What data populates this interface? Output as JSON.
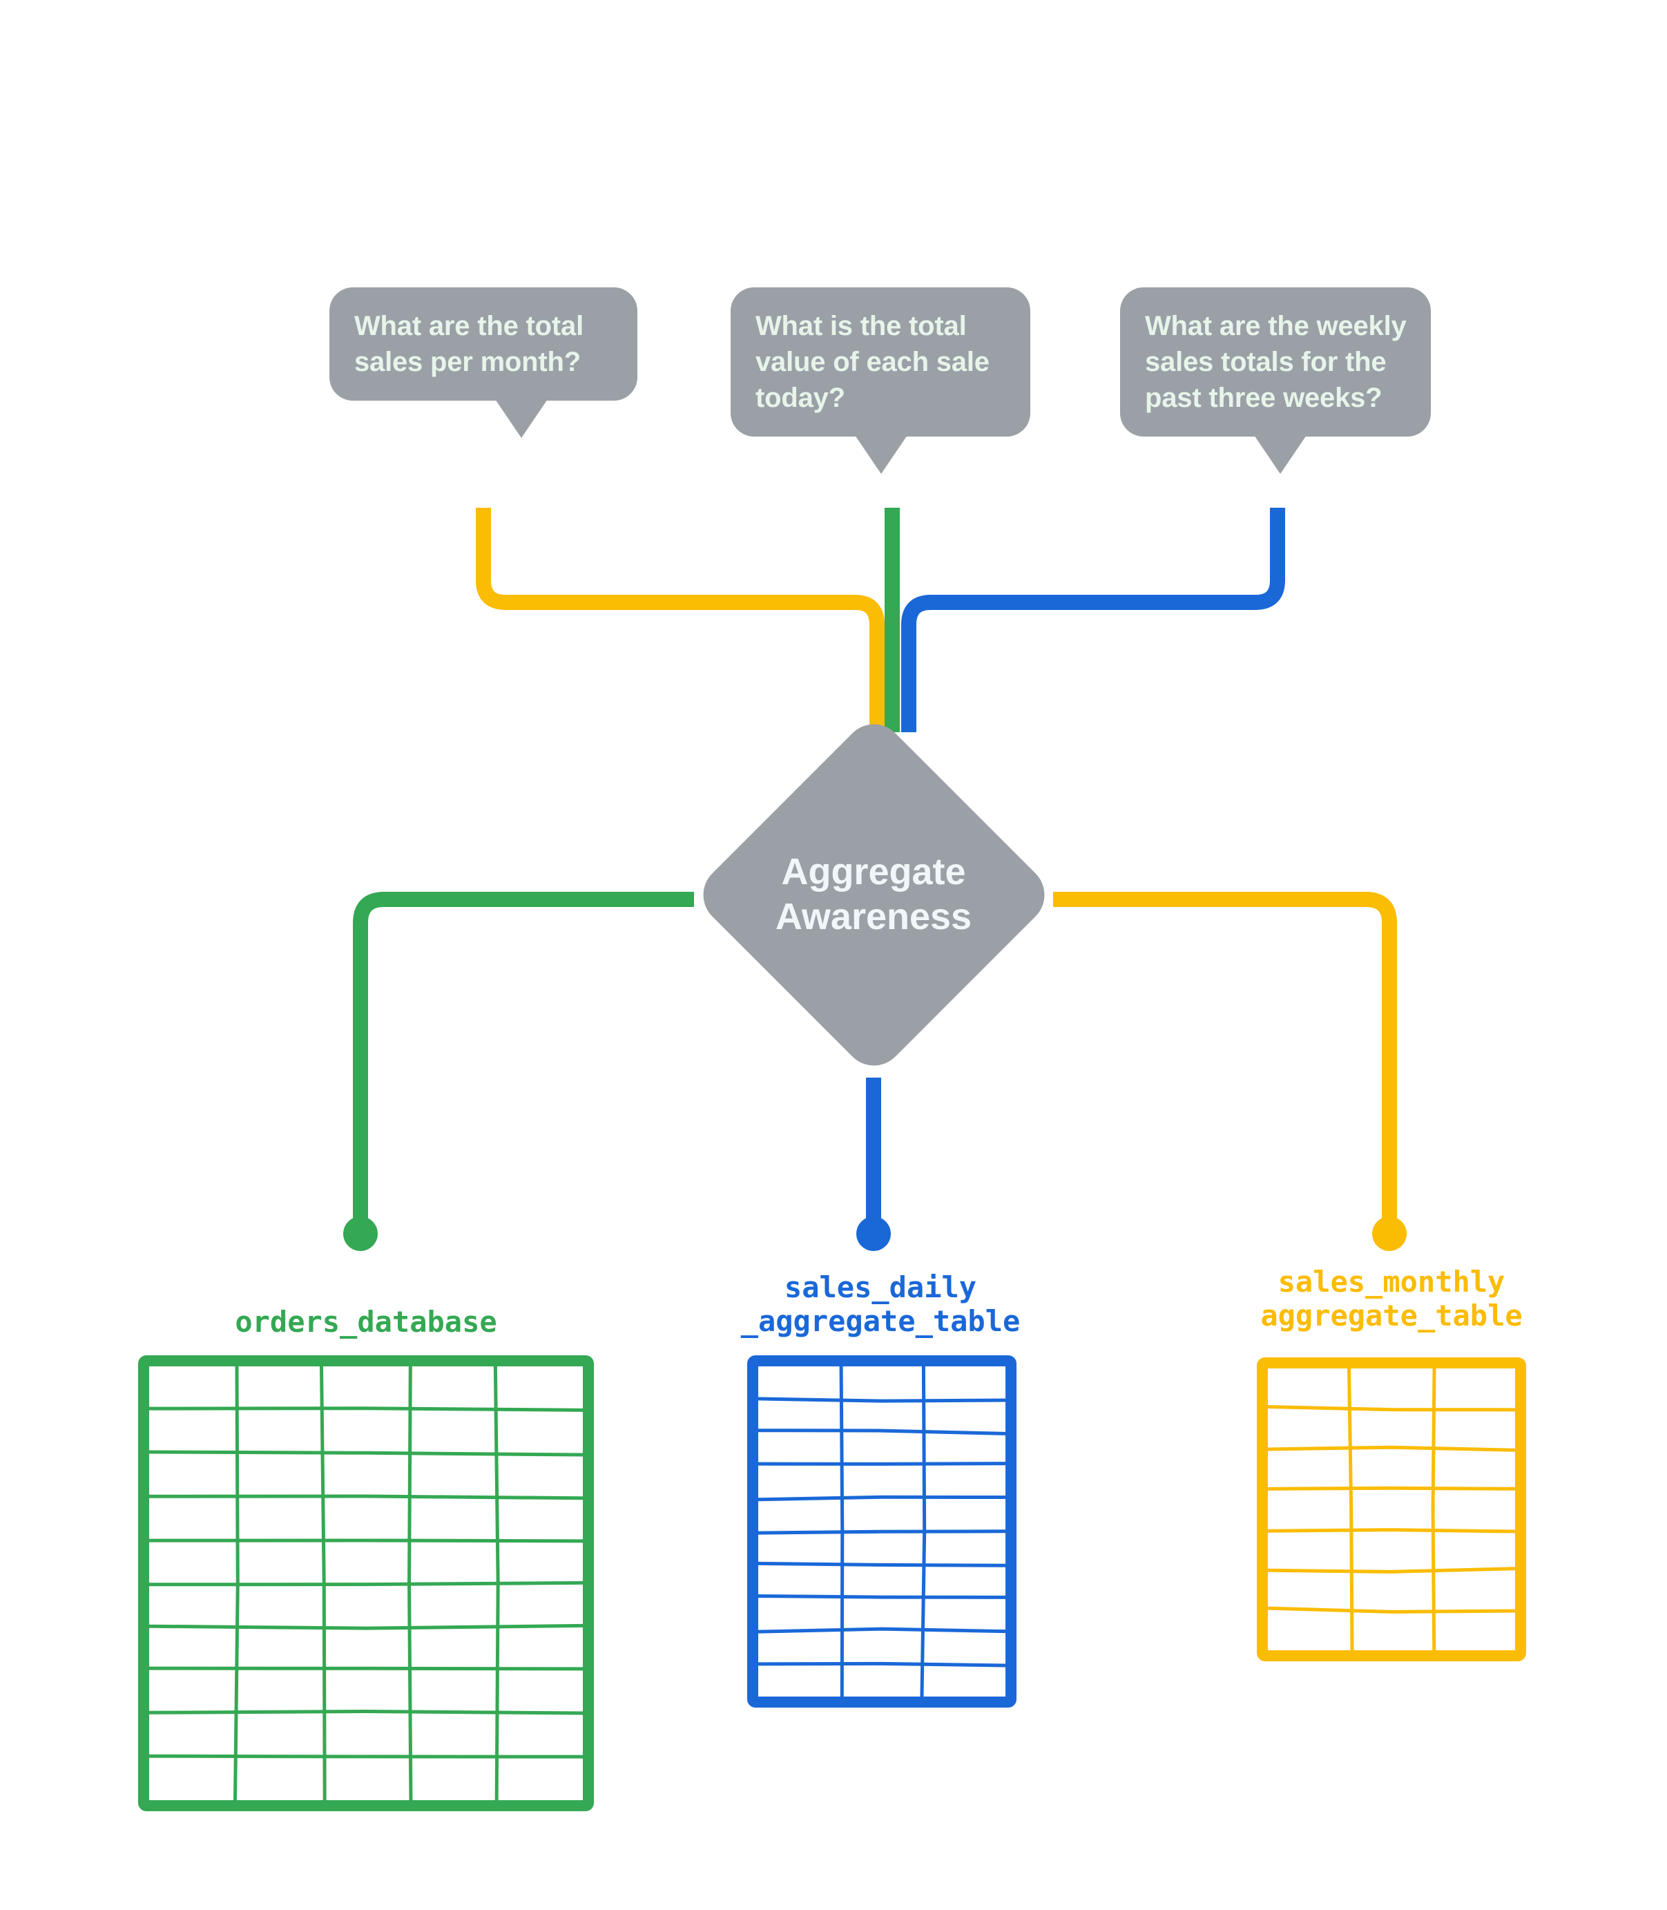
{
  "diagram": {
    "title": "Aggregate Awareness",
    "center_node": {
      "label_line_1": "Aggregate",
      "label_line_2": "Awareness",
      "shape": "diamond",
      "fill": "#9aa0a6",
      "text_color": "#f1f6f9"
    },
    "colors": {
      "green": "#34a853",
      "blue": "#1a68d8",
      "yellow": "#fbbc04",
      "gray": "#9aa0a6",
      "bubble_text": "#e6f4ea",
      "background": "#ffffff"
    },
    "questions": [
      {
        "id": "question-monthly",
        "text": "What are the total sales per month?",
        "connector_color": "#fbbc04",
        "routes_to": "sales_monthly aggregate_table"
      },
      {
        "id": "question-daily",
        "text": "What is the total value of each sale today?",
        "connector_color": "#34a853",
        "routes_to": "orders_database"
      },
      {
        "id": "question-weekly",
        "text": "What are the weekly sales totals for the past three weeks?",
        "connector_color": "#1a68d8",
        "routes_to": "sales_daily _aggregate_table"
      }
    ],
    "tables": [
      {
        "id": "table-orders-database",
        "caption": "orders_database",
        "color": "#34a853",
        "columns": 5,
        "rows": 10
      },
      {
        "id": "table-sales-daily",
        "caption": "sales_daily\n_aggregate_table",
        "color": "#1a68d8",
        "columns": 3,
        "rows": 10
      },
      {
        "id": "table-sales-monthly",
        "caption": "sales_monthly\naggregate_table",
        "color": "#fbbc04",
        "columns": 3,
        "rows": 7
      }
    ]
  }
}
